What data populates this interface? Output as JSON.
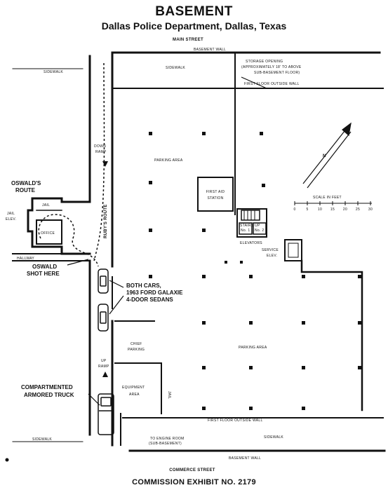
{
  "title": "BASEMENT",
  "subtitle": "Dallas Police Department, Dallas, Texas",
  "footer": "COMMISSION EXHIBIT NO. 2179",
  "labels": {
    "main_street": "MAIN STREET",
    "basement_wall_top": "BASEMENT WALL",
    "sidewalk_left_top": "SIDEWALK",
    "sidewalk_top": "SIDEWALK",
    "storage_1": "STORAGE OPENING",
    "storage_2": "(APPROXIMATELY 18' TO ABOVE",
    "storage_3": "SUB-BASEMENT FLOOR)",
    "first_floor_wall_top": "FIRST FLOOR OUTSIDE WALL",
    "down_ramp_1": "DOWN",
    "down_ramp_2": "RAMP",
    "parking_area_top": "PARKING AREA",
    "first_aid_1": "FIRST AID",
    "first_aid_2": "STATION",
    "rubys_route": "RUBY'S ROUTE",
    "oswalds_route_1": "OSWALD'S",
    "oswalds_route_2": "ROUTE",
    "jail": "JAIL",
    "jail_elev_1": "JAIL",
    "jail_elev_2": "ELEV.",
    "jail_office": "OFFICE",
    "hallway": "HALLWAY",
    "stairs_up": "STAIRS UP",
    "elev_no1": "No. 1",
    "elev_no2": "No. 2",
    "elevators": "ELEVATORS",
    "service_1": "SERVICE",
    "service_2": "ELEV.",
    "scale_label": "SCALE IN FEET",
    "scale_ticks": [
      "0",
      "5",
      "10",
      "15",
      "20",
      "25",
      "30"
    ],
    "north": "N",
    "oswald_shot_1": "OSWALD",
    "oswald_shot_2": "SHOT HERE",
    "both_cars_1": "BOTH CARS,",
    "both_cars_2": "1963 FORD GALAXIE",
    "both_cars_3": "4-DOOR SEDANS",
    "parking_area_right": "PARKING AREA",
    "chief_parking_1": "CHIEF",
    "chief_parking_2": "PARKING",
    "up_ramp_1": "UP",
    "up_ramp_2": "RAMP",
    "equipment_area_1": "EQUIPMENT",
    "equipment_area_2": "AREA",
    "jail_vertical": "JAIL",
    "armored_truck_1": "COMPARTMENTED",
    "armored_truck_2": "ARMORED TRUCK",
    "first_floor_wall_bottom": "FIRST FLOOR OUTSIDE WALL",
    "sidewalk_left_bottom": "SIDEWALK",
    "sidewalk_bottom": "SIDEWALK",
    "engine_room_1": "TO ENGINE ROOM",
    "engine_room_2": "(SUB-BASEMENT)",
    "basement_wall_bottom": "BASEMENT WALL",
    "commerce_street": "COMMERCE STREET"
  }
}
